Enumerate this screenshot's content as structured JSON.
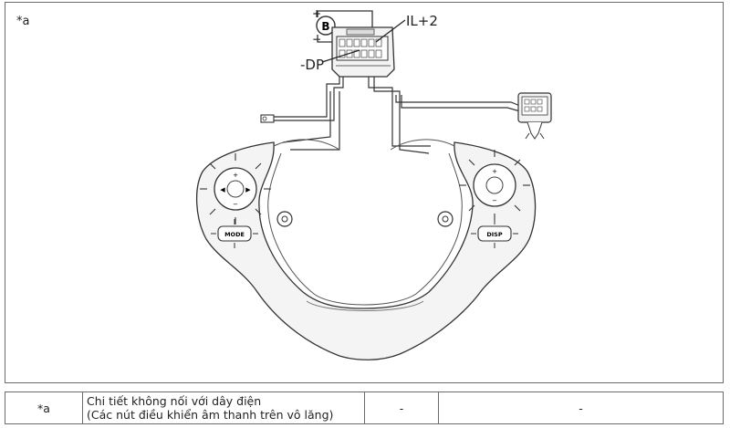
{
  "diagram": {
    "corner_label": "*a",
    "callouts": {
      "battery": "B",
      "plus": "+",
      "minus": "−",
      "il2": "IL+2",
      "dp": "-DP"
    },
    "left_pad_label": "MODE",
    "right_pad_label": "DISP"
  },
  "legend": {
    "key": "*a",
    "desc_line1": "Chi tiết không nối với dây điện",
    "desc_line2": "(Các nút điều khiển âm thanh trên vô lăng)",
    "col3": "-",
    "col4": "-"
  }
}
